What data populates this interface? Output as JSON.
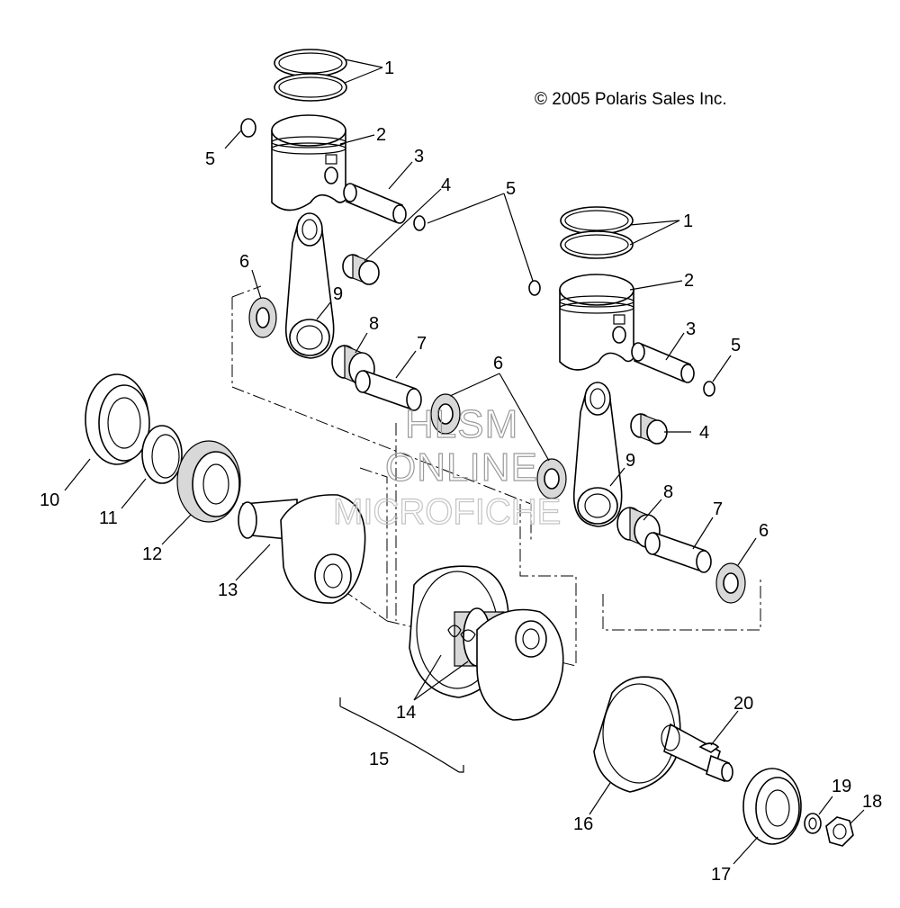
{
  "copyright": "© 2005 Polaris Sales Inc.",
  "watermark": {
    "line1": "HLSM",
    "line2": "ONLINE",
    "line3": "MICROFICHE"
  },
  "callouts": {
    "c1a": "1",
    "c2a": "2",
    "c3a": "3",
    "c4a": "4",
    "c5a": "5",
    "c5b": "5",
    "c1b": "1",
    "c2b": "2",
    "c3b": "3",
    "c5c": "5",
    "c6a": "6",
    "c9a": "9",
    "c8a": "8",
    "c7a": "7",
    "c6b": "6",
    "c4b": "4",
    "c9b": "9",
    "c8b": "8",
    "c7b": "7",
    "c6c": "6",
    "c10": "10",
    "c11": "11",
    "c12": "12",
    "c13": "13",
    "c14": "14",
    "c15": "15",
    "c16": "16",
    "c17": "17",
    "c18": "18",
    "c19": "19",
    "c20": "20"
  }
}
